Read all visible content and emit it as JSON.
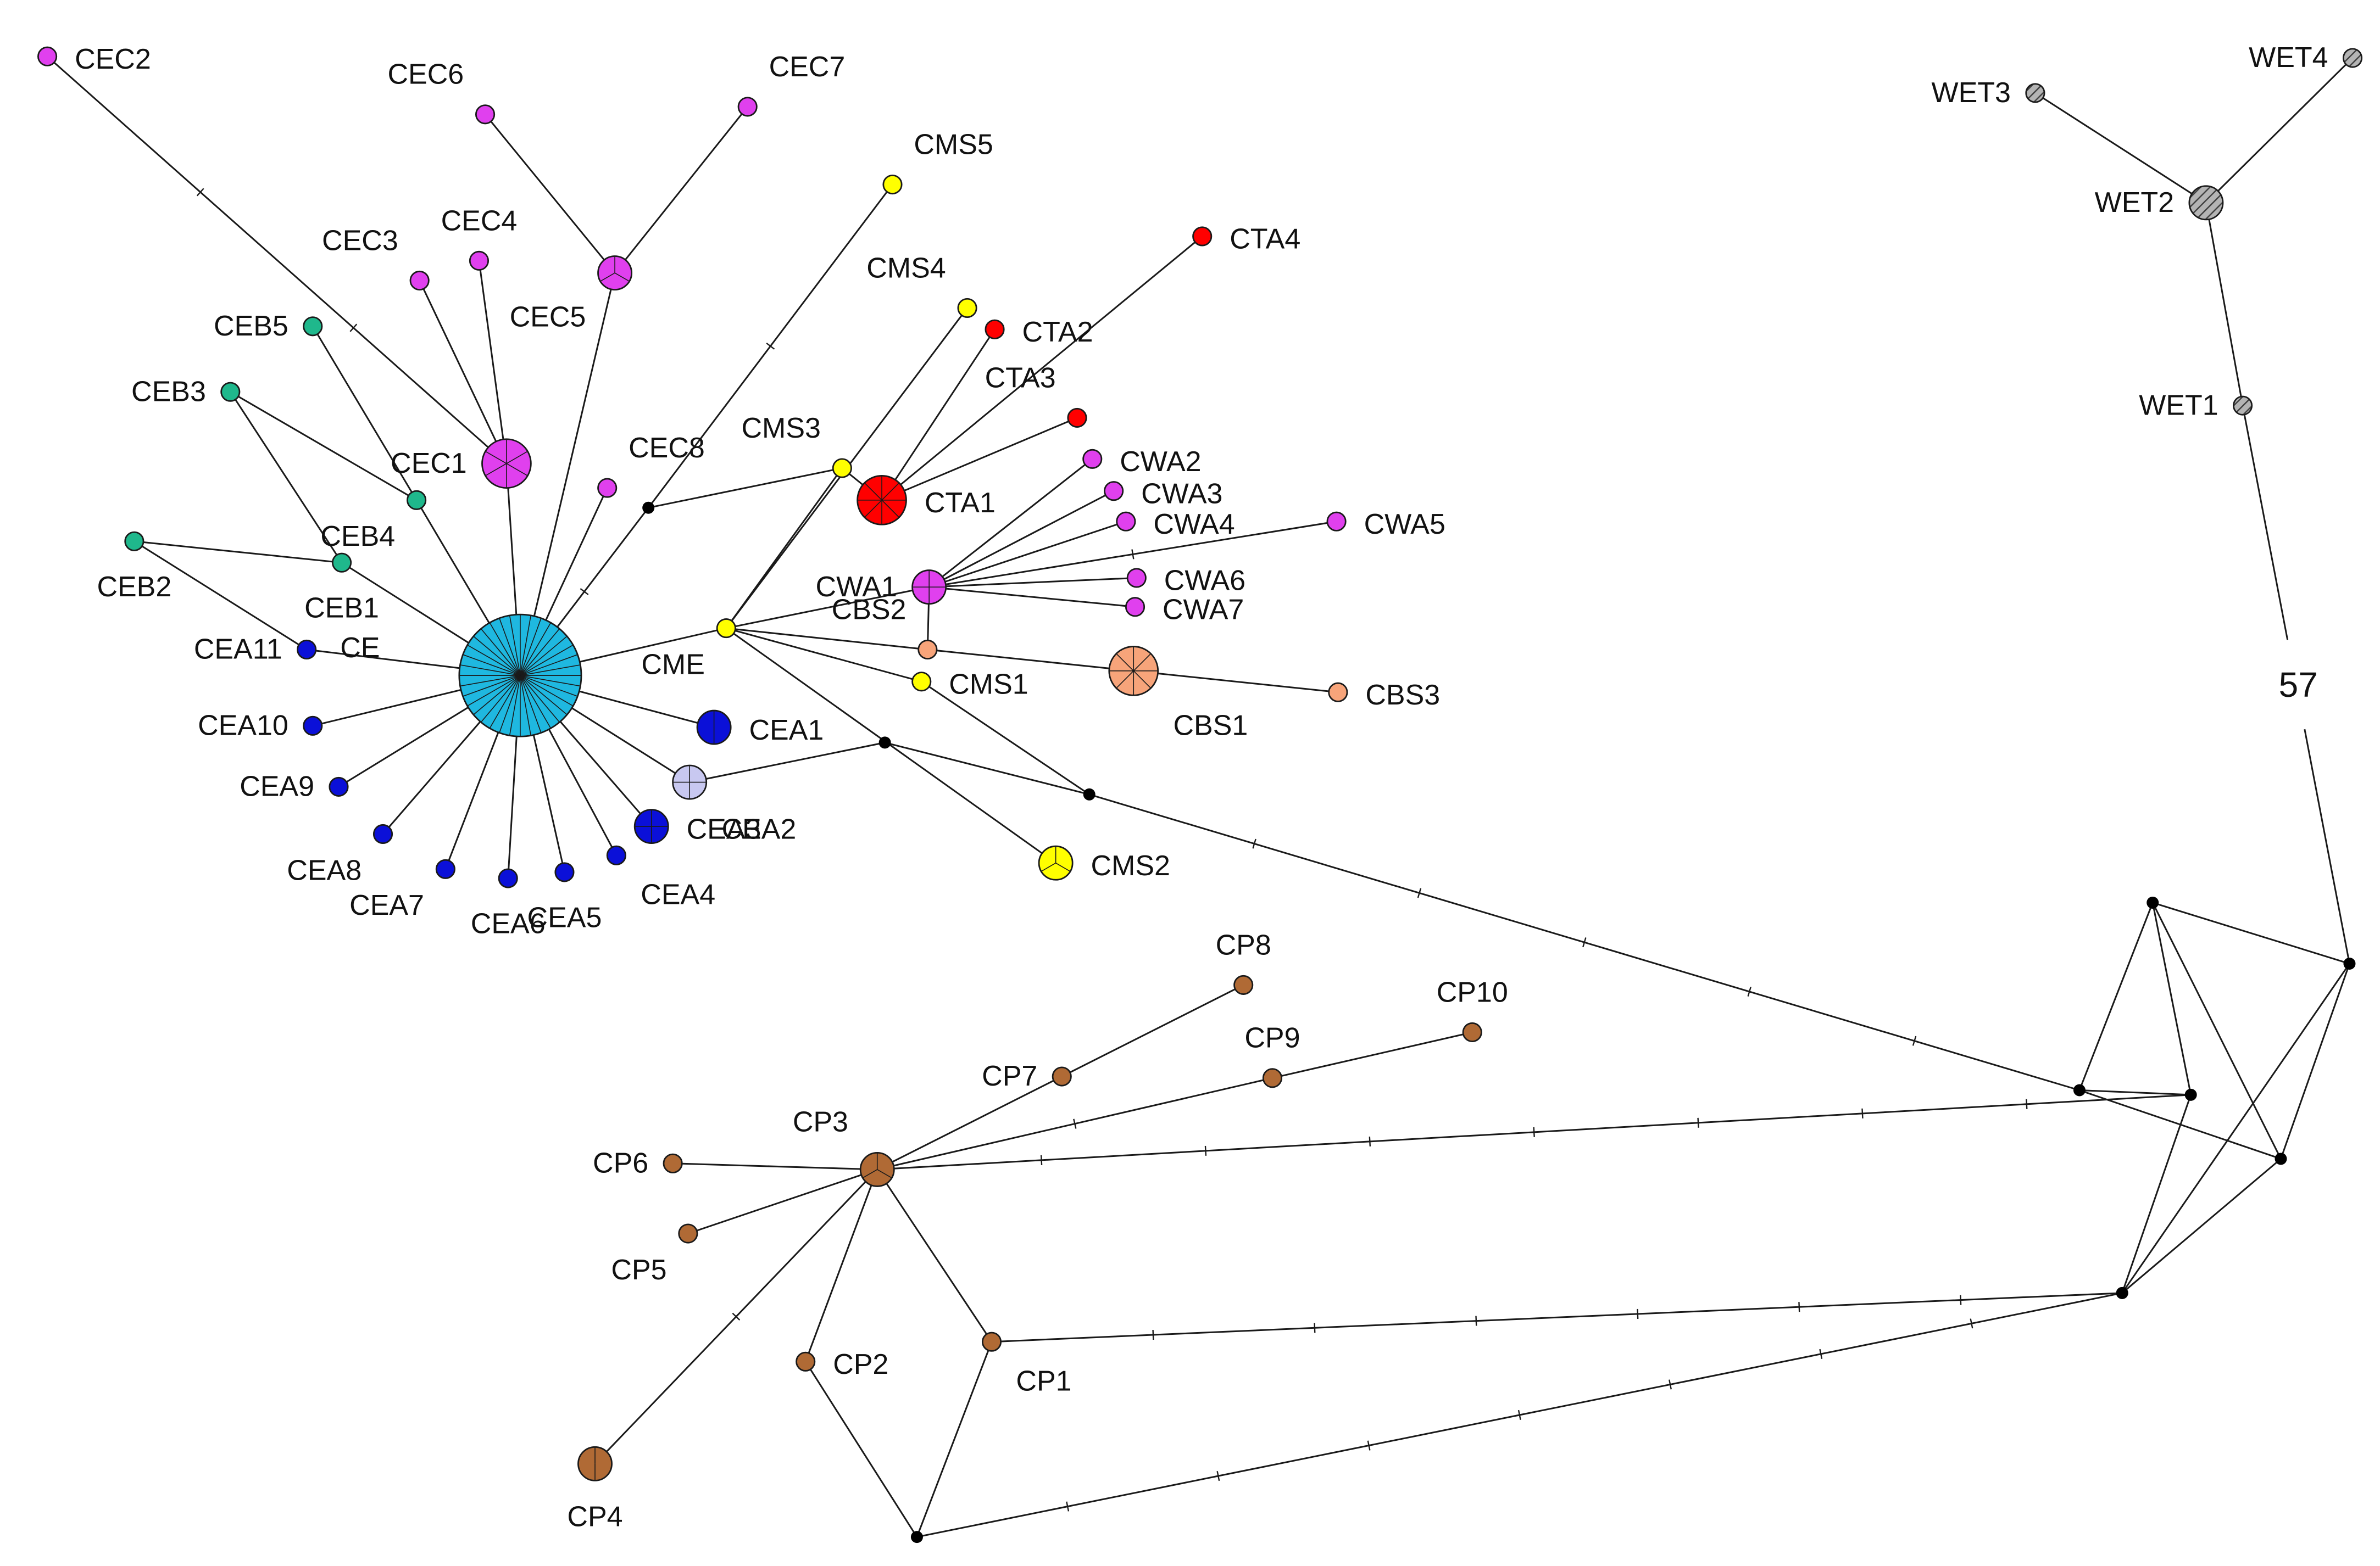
{
  "colors": {
    "cyan": "#1fb8e0",
    "magenta": "#e040ee",
    "teal": "#1fb88c",
    "blue": "#0b10d8",
    "lavender": "#c8c8f0",
    "yellow": "#ffff00",
    "red": "#ff0000",
    "salmon": "#f7a47a",
    "brown": "#b06a35",
    "gray": "#9a9a9a",
    "black": "#000000"
  },
  "nodes": [
    {
      "id": "CE",
      "label": "CE",
      "color": "cyan",
      "size": "largest",
      "wedges": 36,
      "label_pos": "left-above"
    },
    {
      "id": "CEC1",
      "label": "CEC1",
      "color": "magenta",
      "size": "medium",
      "wedges": 6,
      "label_pos": "left"
    },
    {
      "id": "CEC2",
      "label": "CEC2",
      "color": "magenta",
      "size": "small",
      "label_pos": "right"
    },
    {
      "id": "CEC3",
      "label": "CEC3",
      "color": "magenta",
      "size": "small",
      "label_pos": "above-left"
    },
    {
      "id": "CEC4",
      "label": "CEC4",
      "color": "magenta",
      "size": "small",
      "label_pos": "above"
    },
    {
      "id": "CEC5",
      "label": "CEC5",
      "color": "magenta",
      "size": "small-medium",
      "wedges": 3,
      "label_pos": "below-left"
    },
    {
      "id": "CEC6",
      "label": "CEC6",
      "color": "magenta",
      "size": "small",
      "label_pos": "above-left"
    },
    {
      "id": "CEC7",
      "label": "CEC7",
      "color": "magenta",
      "size": "small",
      "label_pos": "above-right"
    },
    {
      "id": "CEC8",
      "label": "CEC8",
      "color": "magenta",
      "size": "small",
      "label_pos": "above-right"
    },
    {
      "id": "CEB1",
      "label": "CEB1",
      "color": "teal",
      "size": "small",
      "label_pos": "below"
    },
    {
      "id": "CEB2",
      "label": "CEB2",
      "color": "teal",
      "size": "small",
      "label_pos": "below"
    },
    {
      "id": "CEB3",
      "label": "CEB3",
      "color": "teal",
      "size": "small",
      "label_pos": "left"
    },
    {
      "id": "CEB4",
      "label": "CEB4",
      "color": "teal",
      "size": "small",
      "label_pos": "below-left"
    },
    {
      "id": "CEB5",
      "label": "CEB5",
      "color": "teal",
      "size": "small",
      "label_pos": "left"
    },
    {
      "id": "CEA1",
      "label": "CEA1",
      "color": "blue",
      "size": "small-medium",
      "wedges": 2,
      "label_pos": "right"
    },
    {
      "id": "CEA2",
      "label": "CEA2",
      "color": "lavender",
      "size": "small-medium",
      "wedges": 4,
      "label_pos": "below-right"
    },
    {
      "id": "CEA3",
      "label": "CEA3",
      "color": "blue",
      "size": "small-medium",
      "wedges": 4,
      "label_pos": "right"
    },
    {
      "id": "CEA4",
      "label": "CEA4",
      "color": "blue",
      "size": "small",
      "label_pos": "below-right"
    },
    {
      "id": "CEA5",
      "label": "CEA5",
      "color": "blue",
      "size": "small",
      "label_pos": "below"
    },
    {
      "id": "CEA6",
      "label": "CEA6",
      "color": "blue",
      "size": "small",
      "label_pos": "below"
    },
    {
      "id": "CEA7",
      "label": "CEA7",
      "color": "blue",
      "size": "small",
      "label_pos": "below-left"
    },
    {
      "id": "CEA8",
      "label": "CEA8",
      "color": "blue",
      "size": "small",
      "label_pos": "below-left"
    },
    {
      "id": "CEA9",
      "label": "CEA9",
      "color": "blue",
      "size": "small",
      "label_pos": "left"
    },
    {
      "id": "CEA10",
      "label": "CEA10",
      "color": "blue",
      "size": "small",
      "label_pos": "left"
    },
    {
      "id": "CEA11",
      "label": "CEA11",
      "color": "blue",
      "size": "small",
      "label_pos": "left"
    },
    {
      "id": "CME",
      "label": "CME",
      "color": "yellow",
      "size": "small",
      "label_pos": "below-left"
    },
    {
      "id": "CMS1",
      "label": "CMS1",
      "color": "yellow",
      "size": "small",
      "label_pos": "right"
    },
    {
      "id": "CMS2",
      "label": "CMS2",
      "color": "yellow",
      "size": "small-medium",
      "wedges": 3,
      "label_pos": "right"
    },
    {
      "id": "CMS3",
      "label": "CMS3",
      "color": "yellow",
      "size": "small",
      "label_pos": "above-left"
    },
    {
      "id": "CMS4",
      "label": "CMS4",
      "color": "yellow",
      "size": "small",
      "label_pos": "above-left"
    },
    {
      "id": "CMS5",
      "label": "CMS5",
      "color": "yellow",
      "size": "small",
      "label_pos": "above-right"
    },
    {
      "id": "CTA1",
      "label": "CTA1",
      "color": "red",
      "size": "medium",
      "wedges": 8,
      "label_pos": "right"
    },
    {
      "id": "CTA2",
      "label": "CTA2",
      "color": "red",
      "size": "small",
      "label_pos": "right"
    },
    {
      "id": "CTA3",
      "label": "CTA3",
      "color": "red",
      "size": "small",
      "label_pos": "above-left"
    },
    {
      "id": "CTA4",
      "label": "CTA4",
      "color": "red",
      "size": "small",
      "label_pos": "right"
    },
    {
      "id": "CWA1",
      "label": "CWA1",
      "color": "magenta",
      "size": "small-medium",
      "wedges": 4,
      "label_pos": "left"
    },
    {
      "id": "CWA2",
      "label": "CWA2",
      "color": "magenta",
      "size": "small",
      "label_pos": "right"
    },
    {
      "id": "CWA3",
      "label": "CWA3",
      "color": "magenta",
      "size": "small",
      "label_pos": "right"
    },
    {
      "id": "CWA4",
      "label": "CWA4",
      "color": "magenta",
      "size": "small",
      "label_pos": "right"
    },
    {
      "id": "CWA5",
      "label": "CWA5",
      "color": "magenta",
      "size": "small",
      "label_pos": "right"
    },
    {
      "id": "CWA6",
      "label": "CWA6",
      "color": "magenta",
      "size": "small",
      "label_pos": "right"
    },
    {
      "id": "CWA7",
      "label": "CWA7",
      "color": "magenta",
      "size": "small",
      "label_pos": "right"
    },
    {
      "id": "CBS1",
      "label": "CBS1",
      "color": "salmon",
      "size": "medium",
      "wedges": 8,
      "label_pos": "below-right"
    },
    {
      "id": "CBS2",
      "label": "CBS2",
      "color": "salmon",
      "size": "small",
      "label_pos": "above-left"
    },
    {
      "id": "CBS3",
      "label": "CBS3",
      "color": "salmon",
      "size": "small",
      "label_pos": "right"
    },
    {
      "id": "CP1",
      "label": "CP1",
      "color": "brown",
      "size": "small",
      "label_pos": "below-right"
    },
    {
      "id": "CP2",
      "label": "CP2",
      "color": "brown",
      "size": "small",
      "label_pos": "right"
    },
    {
      "id": "CP3",
      "label": "CP3",
      "color": "brown",
      "size": "small-medium",
      "wedges": 3,
      "label_pos": "above-left"
    },
    {
      "id": "CP4",
      "label": "CP4",
      "color": "brown",
      "size": "small-medium",
      "wedges": 2,
      "label_pos": "below"
    },
    {
      "id": "CP5",
      "label": "CP5",
      "color": "brown",
      "size": "small",
      "label_pos": "below-left"
    },
    {
      "id": "CP6",
      "label": "CP6",
      "color": "brown",
      "size": "small",
      "label_pos": "left"
    },
    {
      "id": "CP7",
      "label": "CP7",
      "color": "brown",
      "size": "small",
      "label_pos": "left"
    },
    {
      "id": "CP8",
      "label": "CP8",
      "color": "brown",
      "size": "small",
      "label_pos": "above"
    },
    {
      "id": "CP9",
      "label": "CP9",
      "color": "brown",
      "size": "small",
      "label_pos": "above"
    },
    {
      "id": "CP10",
      "label": "CP10",
      "color": "brown",
      "size": "small",
      "label_pos": "above"
    },
    {
      "id": "WET1",
      "label": "WET1",
      "color": "gray",
      "size": "small",
      "hatched": true,
      "label_pos": "left"
    },
    {
      "id": "WET2",
      "label": "WET2",
      "color": "gray",
      "size": "small-medium",
      "hatched": true,
      "label_pos": "left"
    },
    {
      "id": "WET3",
      "label": "WET3",
      "color": "gray",
      "size": "small",
      "hatched": true,
      "label_pos": "left"
    },
    {
      "id": "WET4",
      "label": "WET4",
      "color": "gray",
      "size": "small",
      "hatched": true,
      "label_pos": "left"
    }
  ],
  "median_vectors": [
    "mv1",
    "mv2",
    "mv3",
    "mv4",
    "mv5",
    "mv6",
    "mv7",
    "mv8",
    "mv9",
    "mv10",
    "mv11"
  ],
  "edges": [
    {
      "from": "CE",
      "to": "CEC1"
    },
    {
      "from": "CEC1",
      "to": "CEC2",
      "ticks": 2
    },
    {
      "from": "CEC1",
      "to": "CEC3"
    },
    {
      "from": "CEC1",
      "to": "CEC4"
    },
    {
      "from": "CE",
      "to": "CEC5"
    },
    {
      "from": "CEC5",
      "to": "CEC6"
    },
    {
      "from": "CEC5",
      "to": "CEC7"
    },
    {
      "from": "CE",
      "to": "CEC8"
    },
    {
      "from": "CE",
      "to": "CEB1"
    },
    {
      "from": "CEB1",
      "to": "CEB3"
    },
    {
      "from": "CE",
      "to": "CEB4"
    },
    {
      "from": "CEB4",
      "to": "CEB3"
    },
    {
      "from": "CEB4",
      "to": "CEB5"
    },
    {
      "from": "CE",
      "to": "CEA11"
    },
    {
      "from": "CEA11",
      "to": "CEB2"
    },
    {
      "from": "CEB2",
      "to": "CEB1"
    },
    {
      "from": "CE",
      "to": "CEA1"
    },
    {
      "from": "CE",
      "to": "CEA2"
    },
    {
      "from": "CE",
      "to": "CEA3"
    },
    {
      "from": "CE",
      "to": "CEA4"
    },
    {
      "from": "CE",
      "to": "CEA5"
    },
    {
      "from": "CE",
      "to": "CEA6"
    },
    {
      "from": "CE",
      "to": "CEA7"
    },
    {
      "from": "CE",
      "to": "CEA8"
    },
    {
      "from": "CE",
      "to": "CEA9"
    },
    {
      "from": "CE",
      "to": "CEA10"
    },
    {
      "from": "CE",
      "to": "mv1",
      "ticks": 1
    },
    {
      "from": "mv1",
      "to": "CMS5",
      "ticks": 1
    },
    {
      "from": "mv1",
      "to": "CMS3"
    },
    {
      "from": "CE",
      "to": "CME"
    },
    {
      "from": "CME",
      "to": "CMS3"
    },
    {
      "from": "CMS3",
      "to": "CTA1"
    },
    {
      "from": "CME",
      "to": "CMS4"
    },
    {
      "from": "CTA1",
      "to": "CTA2"
    },
    {
      "from": "CTA1",
      "to": "CTA3"
    },
    {
      "from": "CTA1",
      "to": "CTA4"
    },
    {
      "from": "CME",
      "to": "CWA1"
    },
    {
      "from": "CWA1",
      "to": "CWA2"
    },
    {
      "from": "CWA1",
      "to": "CWA3"
    },
    {
      "from": "CWA1",
      "to": "CWA4"
    },
    {
      "from": "CWA1",
      "to": "CWA5",
      "ticks": 1
    },
    {
      "from": "CWA1",
      "to": "CWA6"
    },
    {
      "from": "CWA1",
      "to": "CWA7"
    },
    {
      "from": "CWA1",
      "to": "CBS2"
    },
    {
      "from": "CME",
      "to": "CBS2"
    },
    {
      "from": "CBS2",
      "to": "CBS1"
    },
    {
      "from": "CBS1",
      "to": "CBS3"
    },
    {
      "from": "CME",
      "to": "CMS1"
    },
    {
      "from": "CME",
      "to": "CMS2"
    },
    {
      "from": "CEA2",
      "to": "mv2"
    },
    {
      "from": "mv2",
      "to": "mv3"
    },
    {
      "from": "CMS1",
      "to": "mv3"
    },
    {
      "from": "mv3",
      "to": "mv4",
      "ticks": 5
    },
    {
      "from": "mv4",
      "to": "mv7"
    },
    {
      "from": "mv4",
      "to": "mv5"
    },
    {
      "from": "mv4",
      "to": "mv8"
    },
    {
      "from": "mv5",
      "to": "mv7"
    },
    {
      "from": "mv5",
      "to": "mv6"
    },
    {
      "from": "mv5",
      "to": "mv8"
    },
    {
      "from": "mv6",
      "to": "mv7"
    },
    {
      "from": "mv6",
      "to": "WET1",
      "count": "57"
    },
    {
      "from": "mv6",
      "to": "mv9"
    },
    {
      "from": "mv7",
      "to": "mv9"
    },
    {
      "from": "mv8",
      "to": "mv9"
    },
    {
      "from": "WET1",
      "to": "WET2"
    },
    {
      "from": "WET2",
      "to": "WET3"
    },
    {
      "from": "WET2",
      "to": "WET4"
    },
    {
      "from": "CP3",
      "to": "CP6"
    },
    {
      "from": "CP3",
      "to": "CP5"
    },
    {
      "from": "CP3",
      "to": "CP4",
      "ticks": 1
    },
    {
      "from": "CP3",
      "to": "CP2"
    },
    {
      "from": "CP3",
      "to": "CP1"
    },
    {
      "from": "CP3",
      "to": "CP7"
    },
    {
      "from": "CP7",
      "to": "CP8"
    },
    {
      "from": "CP3",
      "to": "CP9",
      "ticks": 1
    },
    {
      "from": "CP9",
      "to": "CP10"
    },
    {
      "from": "CP3",
      "to": "mv8",
      "ticks": 7
    },
    {
      "from": "CP2",
      "to": "mv10"
    },
    {
      "from": "CP1",
      "to": "mv10"
    },
    {
      "from": "CP1",
      "to": "mv11",
      "ticks": 6
    },
    {
      "from": "mv10",
      "to": "mv11",
      "ticks": 7
    }
  ]
}
